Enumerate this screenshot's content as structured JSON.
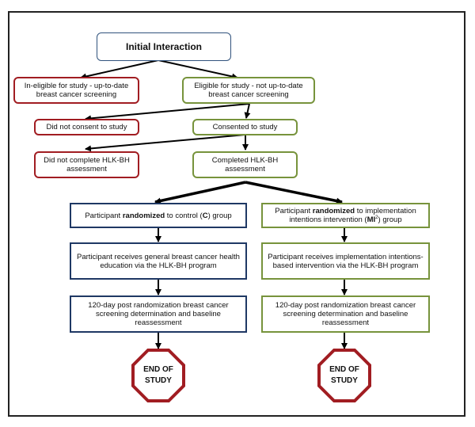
{
  "nodes": {
    "initial": "Initial Interaction",
    "ineligible": "In-eligible for study - up-to-date breast cancer screening",
    "eligible": "Eligible for study - not up-to-date breast cancer screening",
    "no_consent": "Did not consent to study",
    "consented": "Consented to study",
    "not_completed": "Did not complete HLK-BH assessment",
    "completed": "Completed HLK-BH assessment",
    "control": {
      "pre": "Participant ",
      "bold1": "randomized",
      "mid": " to control (",
      "bold2": "C",
      "post": ") group"
    },
    "intervention": {
      "pre": "Participant ",
      "bold1": "randomized",
      "mid": " to implementation intentions intervention (",
      "bold2": "MI",
      "sup": "2",
      "post": ") group"
    },
    "control_edu": "Participant receives general breast cancer health education via the HLK-BH program",
    "intervention_edu": "Participant receives implementation intentions-based intervention via the HLK-BH program",
    "control_followup": "120-day post randomization breast cancer screening determination and baseline reassessment",
    "intervention_followup": "120-day post randomization breast cancer screening determination and baseline reassessment",
    "end_left": {
      "line1": "END OF",
      "line2": "STUDY"
    },
    "end_right": {
      "line1": "END OF",
      "line2": "STUDY"
    }
  },
  "colors": {
    "blue": "#1f3864",
    "red": "#a11d22",
    "green": "#77933c",
    "stop_fill": "#ffffff",
    "stop_stroke": "#a11d22"
  }
}
